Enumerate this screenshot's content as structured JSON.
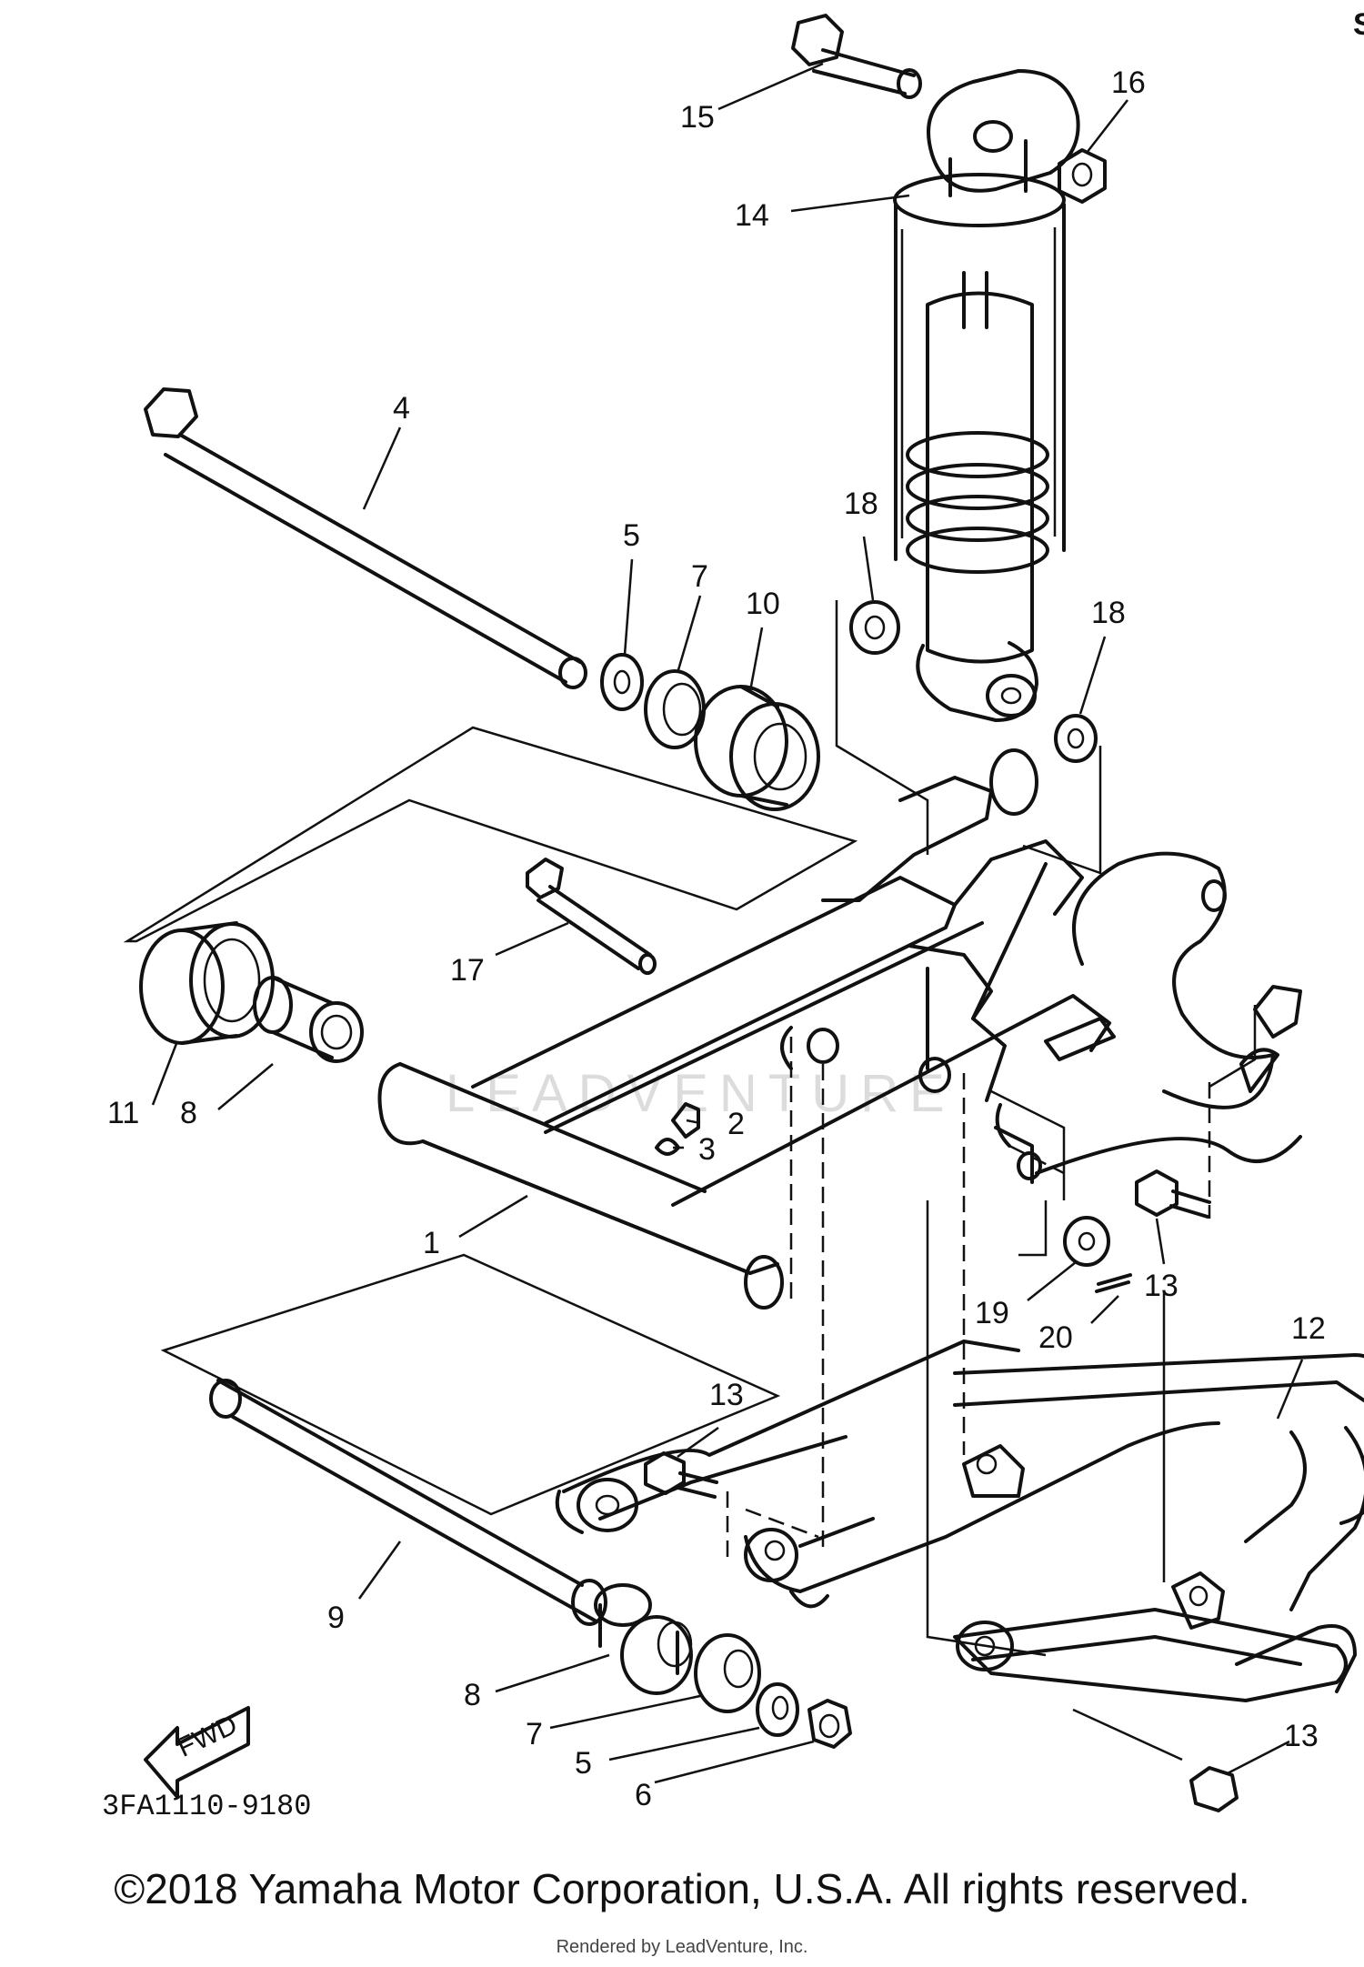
{
  "diagram": {
    "watermark": "LEADVENTURE",
    "fwd_label": "FWD",
    "drawing_code": "3FA1110-9180",
    "corner_mark": "S",
    "callouts": {
      "c1": "1",
      "c2": "2",
      "c3": "3",
      "c4": "4",
      "c5a": "5",
      "c5b": "5",
      "c6": "6",
      "c7a": "7",
      "c7b": "7",
      "c8a": "8",
      "c8b": "8",
      "c9": "9",
      "c10": "10",
      "c11": "11",
      "c12": "12",
      "c13a": "13",
      "c13b": "13",
      "c13c": "13",
      "c14": "14",
      "c15": "15",
      "c16": "16",
      "c17": "17",
      "c18a": "18",
      "c18b": "18",
      "c19": "19",
      "c20": "20"
    }
  },
  "footer": {
    "copyright": "©2018 Yamaha Motor Corporation, U.S.A. All rights reserved.",
    "rendered_by": "Rendered by LeadVenture, Inc."
  }
}
